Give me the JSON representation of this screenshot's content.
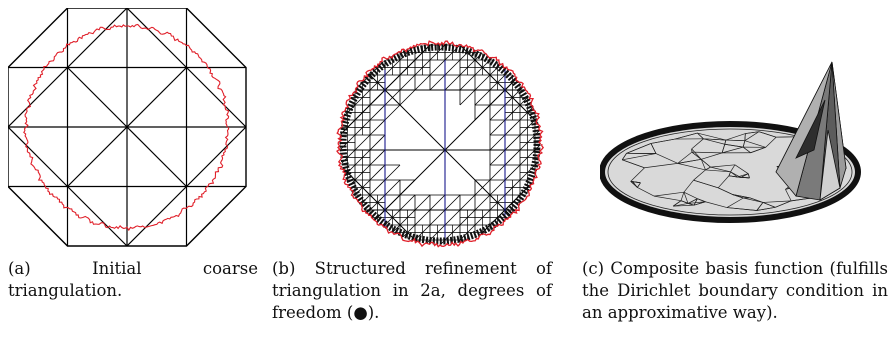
{
  "figures": [
    {
      "caption_label": "(a)",
      "caption_text": "Initial coarse triangulation."
    },
    {
      "caption_label": "(b)",
      "caption_text": "Structured refinement of triangulation in 2a, degrees of freedom (●)."
    },
    {
      "caption_label": "(c)",
      "caption_text": "Composite basis function (fulfills the Dirichlet boundary condition in an approximative way)."
    }
  ],
  "colors": {
    "mesh_line": "#000000",
    "boundary_curve": "#e0202a",
    "dof_marker": "#1a1a8c",
    "surface_fill": "#d9d9d9",
    "surface_dark": "#555555"
  }
}
